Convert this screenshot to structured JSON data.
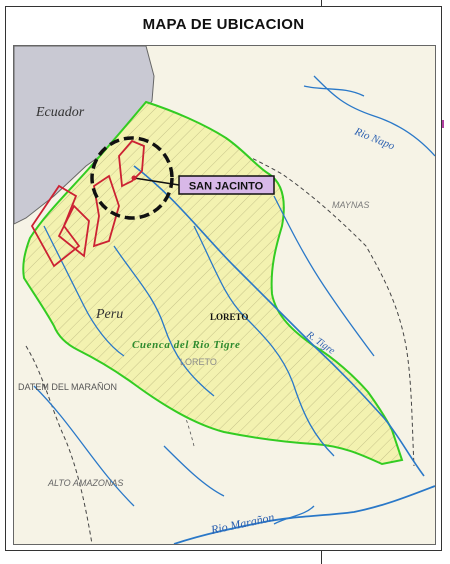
{
  "title": "MAPA DE UBICACION",
  "labels": {
    "ecuador": "Ecuador",
    "rio_napo": "Rio Napo",
    "maynas": "MAYNAS",
    "san_jacinto": "SAN JACINTO",
    "peru": "Peru",
    "loreto_bold": "LORETO",
    "cuenca": "Cuenca del Rio Tigre",
    "loreto_light": "LORETO",
    "r_tigre": "R. Tigre",
    "datem": "DATEM DEL MARAÑON",
    "alto_amazonas": "ALTO AMAZONAS",
    "rio_maranon": "Rio Marañon"
  },
  "colors": {
    "land": "#f6f3e6",
    "ecuador_fill": "#c9c9d3",
    "basin_fill": "#f3f2b0",
    "basin_border": "#33cc22",
    "river": "#2a78c8",
    "lot": "#cc2233",
    "marker_fill": "#d8b8e8",
    "text_blue": "#2a5fb0",
    "text_green": "#2e8b2e"
  }
}
